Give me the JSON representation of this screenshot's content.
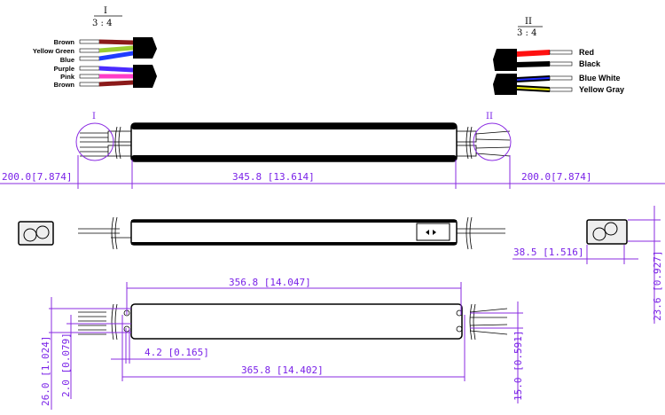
{
  "detail_I": {
    "label": "I",
    "scale": "3 : 4",
    "wires": [
      "Brown",
      "Yellow Green",
      "Blue",
      "Purple",
      "Pink",
      "Brown"
    ],
    "wire_colors": [
      "#8b1a1a",
      "#9acd32",
      "#1f3cff",
      "#4b2bff",
      "#ff3cc8",
      "#8b1a1a"
    ]
  },
  "detail_II": {
    "label": "II",
    "scale": "3 : 4",
    "wires": [
      "Red",
      "Black",
      "Blue White",
      "Yellow Gray"
    ],
    "wire_colors": [
      "#ff1010",
      "#000000",
      "#1f2bff",
      "#e8e800"
    ]
  },
  "top_view": {
    "left_lead": "200.0[7.874]",
    "body_length": "345.8 [13.614]",
    "right_lead": "200.0[7.874]",
    "circle_left": "I",
    "circle_right": "II"
  },
  "side_view": {
    "width": "38.5 [1.516]",
    "height": "23.6 [0.927]"
  },
  "bottom_view": {
    "body_length": "356.8 [14.047]",
    "overall_length": "365.8 [14.402]",
    "offset": "4.2 [0.165]",
    "height_left": "26.0 [1.024]",
    "spacing": "2.0 [0.079]",
    "height_right": "15.0 [0.591]"
  },
  "colors": {
    "dimension": "#7a22e8",
    "outline": "#000000"
  }
}
